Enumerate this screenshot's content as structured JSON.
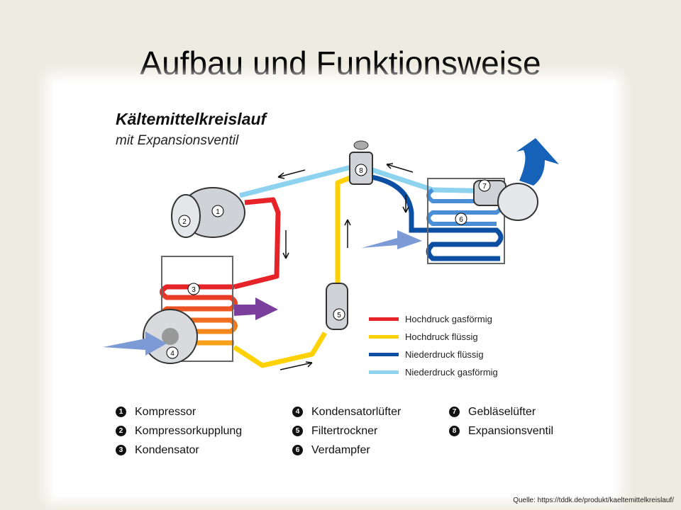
{
  "slide_title": "Aufbau und Funktionsweise",
  "diagram": {
    "title": "Kältemittelkreislauf",
    "subtitle": "mit Expansionsventil",
    "legend": [
      {
        "label": "Hochdruck gasförmig",
        "color": "#e52329"
      },
      {
        "label": "Hochdruck flüssig",
        "color": "#ffd100"
      },
      {
        "label": "Niederdruck flüssig",
        "color": "#0b4ea2"
      },
      {
        "label": "Niederdruck gasförmig",
        "color": "#8dd3f0"
      }
    ],
    "parts": [
      {
        "num": "1",
        "label": "Kompressor"
      },
      {
        "num": "2",
        "label": "Kompressorkupplung"
      },
      {
        "num": "3",
        "label": "Kondensator"
      },
      {
        "num": "4",
        "label": "Kondensatorlüfter"
      },
      {
        "num": "5",
        "label": "Filtertrockner"
      },
      {
        "num": "6",
        "label": "Verdampfer"
      },
      {
        "num": "7",
        "label": "Gebläselüfter"
      },
      {
        "num": "8",
        "label": "Expansionsventil"
      }
    ]
  },
  "source": "Quelle: https://tddk.de/produkt/kaeltemittelkreislauf/"
}
